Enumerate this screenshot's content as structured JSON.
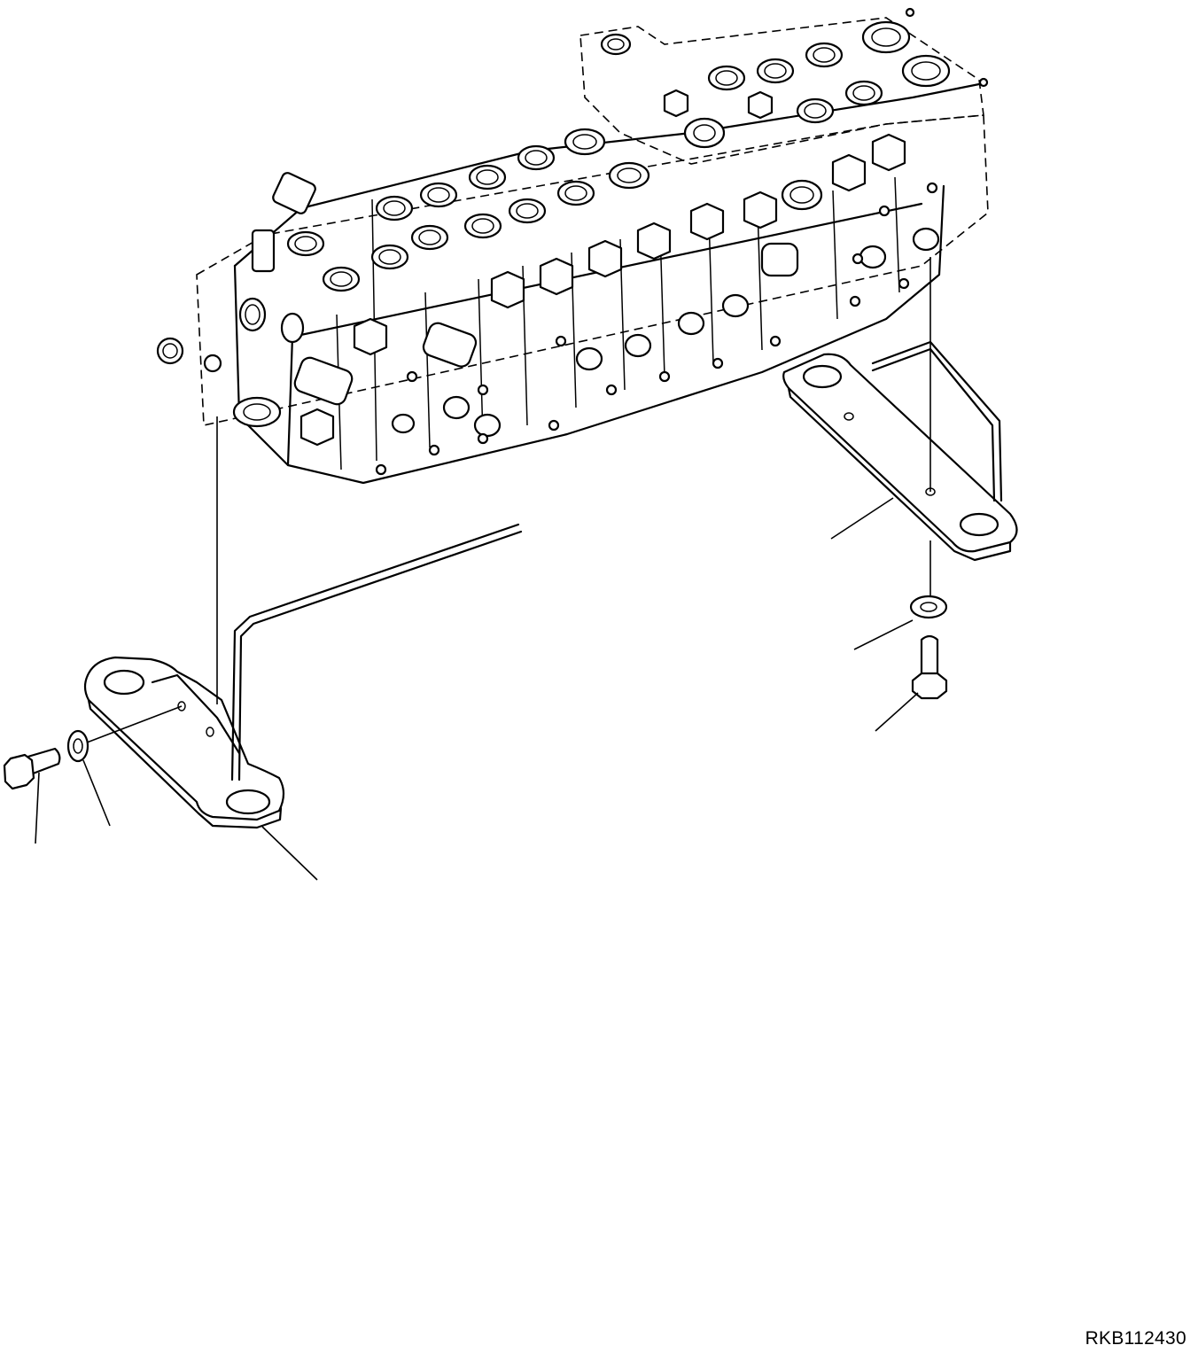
{
  "drawing": {
    "code": "RKB112430",
    "colors": {
      "line": "#000000",
      "background": "#ffffff"
    },
    "parts": [
      {
        "id": "control-valve",
        "kind": "assembly"
      },
      {
        "id": "bracket-left",
        "kind": "bracket"
      },
      {
        "id": "bracket-right",
        "kind": "bracket"
      },
      {
        "id": "bolt-left",
        "kind": "bolt"
      },
      {
        "id": "washer-left",
        "kind": "washer"
      },
      {
        "id": "bolt-right",
        "kind": "bolt"
      },
      {
        "id": "washer-right",
        "kind": "washer"
      }
    ]
  }
}
